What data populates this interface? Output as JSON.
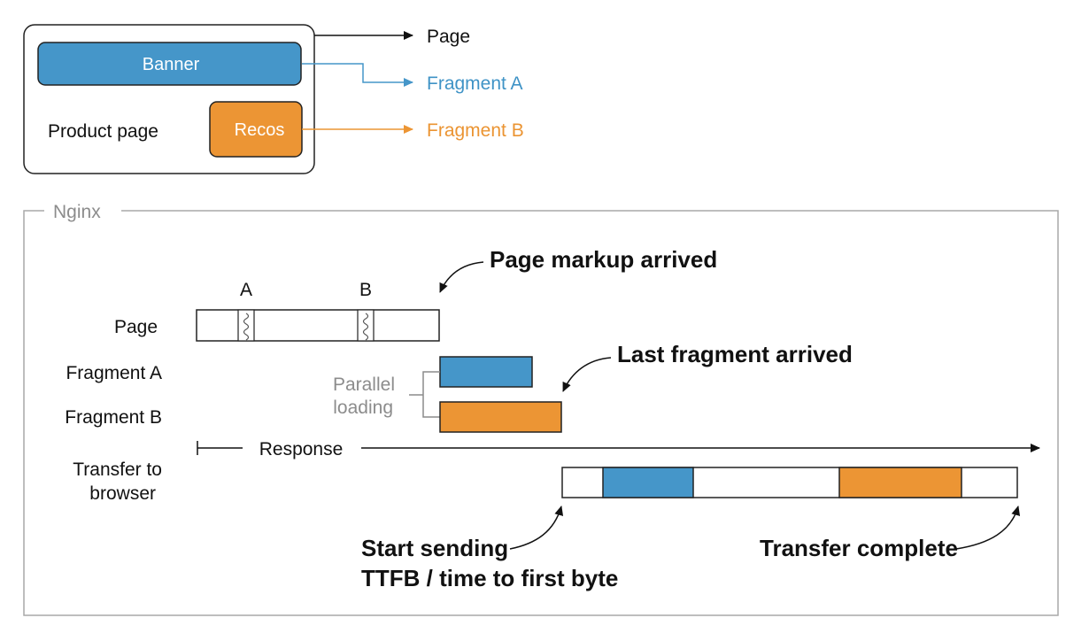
{
  "colors": {
    "blue": "#4596c9",
    "orange": "#ec9534",
    "border": "#222222",
    "gray": "#8c8c8c"
  },
  "composition": {
    "banner_label": "Banner",
    "recos_label": "Recos",
    "product_page_label": "Product page",
    "page_target": "Page",
    "fragment_a_target": "Fragment A",
    "fragment_b_target": "Fragment B"
  },
  "timeline": {
    "frame_title": "Nginx",
    "marker_a": "A",
    "marker_b": "B",
    "row_page": "Page",
    "row_fragment_a": "Fragment A",
    "row_fragment_b": "Fragment B",
    "row_transfer_line1": "Transfer to",
    "row_transfer_line2": "browser",
    "parallel_line1": "Parallel",
    "parallel_line2": "loading",
    "response_label": "Response",
    "annotation_page_markup": "Page markup arrived",
    "annotation_last_fragment": "Last fragment arrived",
    "annotation_start_line1": "Start sending",
    "annotation_start_line2": "TTFB / time to first byte",
    "annotation_complete": "Transfer complete"
  }
}
